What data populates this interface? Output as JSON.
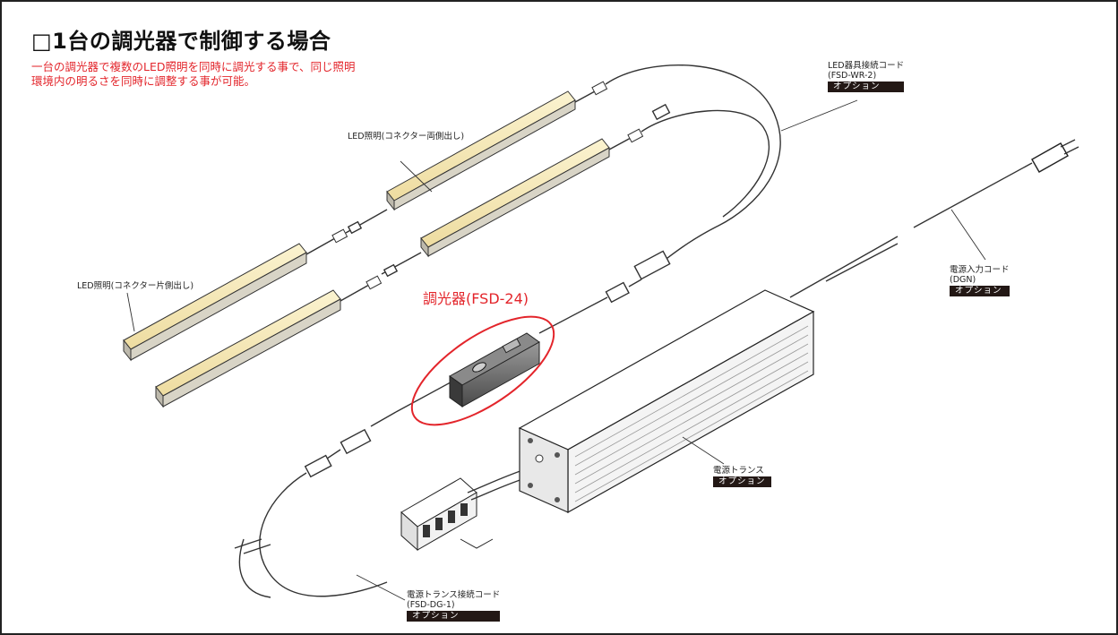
{
  "title": "□1台の調光器で制御する場合",
  "description_lines": [
    "一台の調光器で複数のLED照明を同時に調光する事で、同じ照明",
    "環境内の明るさを同時に調整する事が可能。"
  ],
  "labels": {
    "led_cord": {
      "name": "LED器具接続コード",
      "model": "(FSD-WR-2)",
      "badge": "オプション"
    },
    "led_both": {
      "name": "LED照明(コネクター両側出し)"
    },
    "led_one": {
      "name": "LED照明(コネクター片側出し)"
    },
    "dimmer": {
      "name": "調光器(FSD-24)"
    },
    "power_cord": {
      "name": "電源入力コード",
      "model": "(DGN)",
      "badge": "オプション"
    },
    "transformer": {
      "name": "電源トランス",
      "badge": "オプション"
    },
    "trans_cord": {
      "name": "電源トランス接続コード",
      "model": "(FSD-DG-1)",
      "badge": "オプション"
    }
  },
  "colors": {
    "accent_red": "#e3252b",
    "badge_bg": "#231815",
    "led_glow": "#f5e9b3",
    "line": "#333333"
  }
}
